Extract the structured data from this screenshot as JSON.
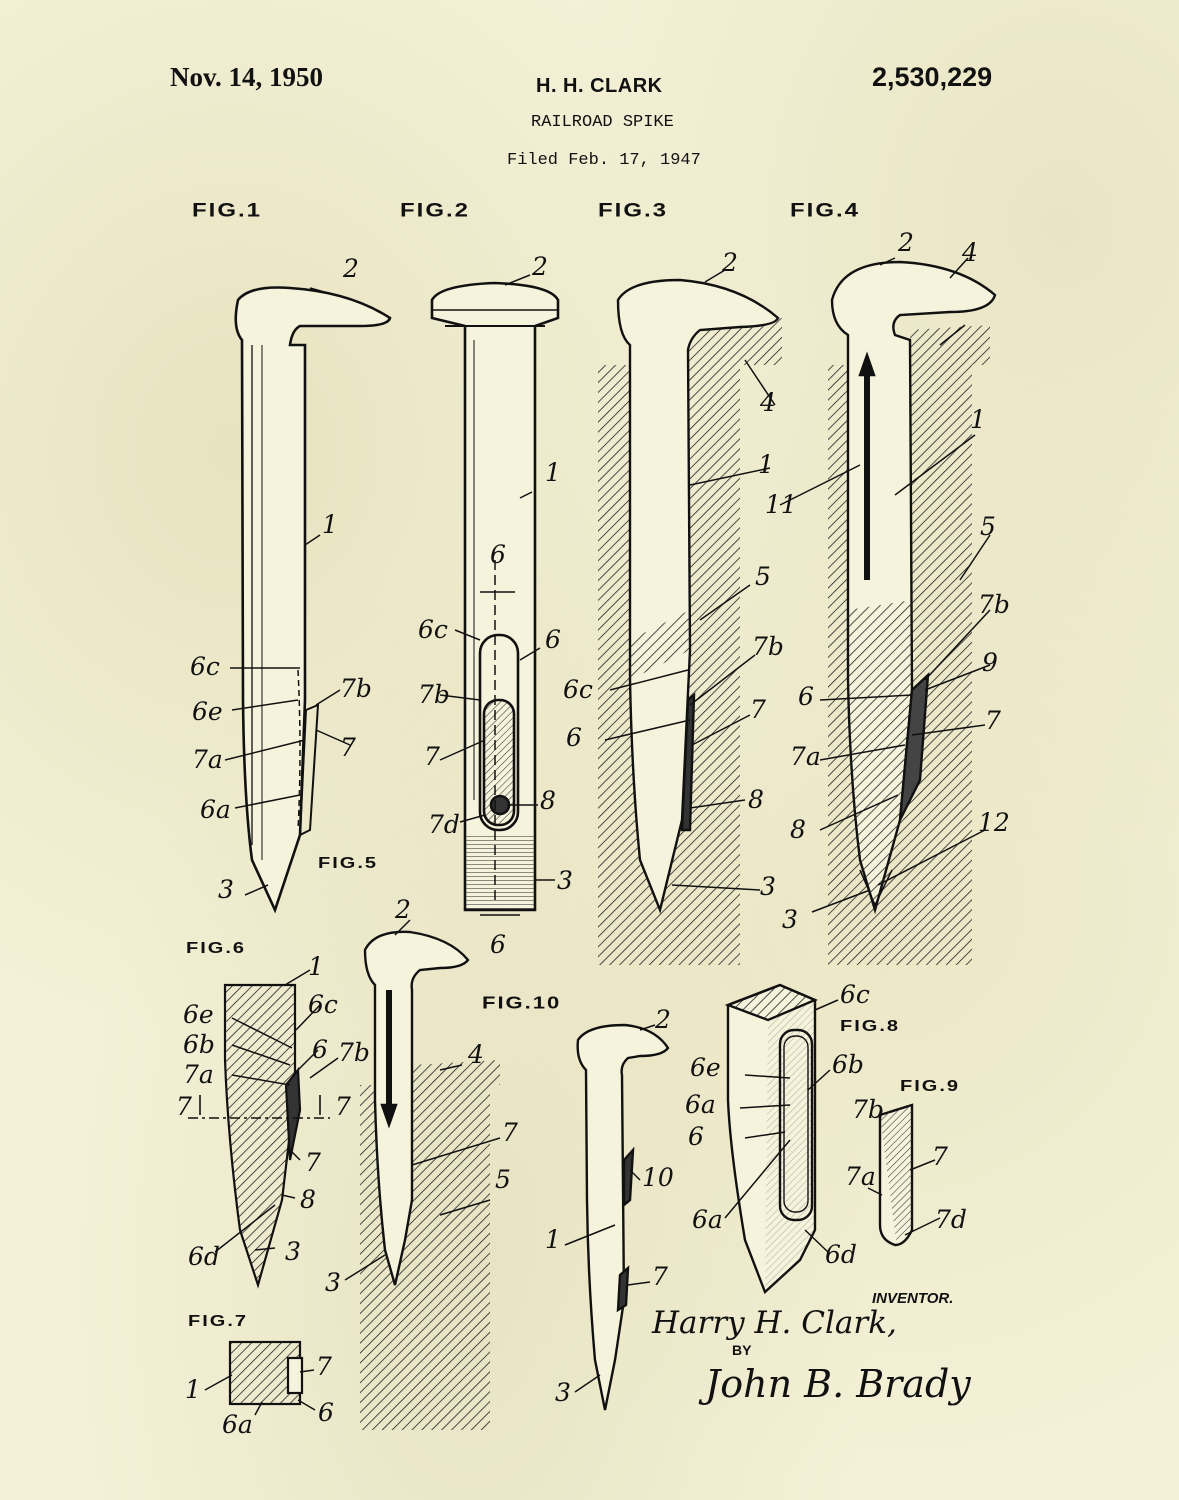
{
  "header": {
    "date": "Nov. 14, 1950",
    "inventor": "H. H. CLARK",
    "patent_number": "2,530,229",
    "title": "RAILROAD SPIKE",
    "filed": "Filed Feb. 17, 1947"
  },
  "figure_labels": [
    "FIG.1",
    "FIG.2",
    "FIG.3",
    "FIG.4",
    "FIG.5",
    "FIG.6",
    "FIG.7",
    "FIG.8",
    "FIG.9",
    "FIG.10"
  ],
  "ref_numerals": {
    "fig1": [
      "2",
      "1",
      "6c",
      "6e",
      "7a",
      "6a",
      "7b",
      "7",
      "3"
    ],
    "fig2": [
      "2",
      "1",
      "6",
      "6c",
      "6",
      "7b",
      "7",
      "7d",
      "8",
      "3",
      "6"
    ],
    "fig3": [
      "2",
      "4",
      "1",
      "5",
      "7b",
      "6c",
      "7",
      "6",
      "8",
      "3"
    ],
    "fig4": [
      "2",
      "4",
      "1",
      "11",
      "5",
      "7b",
      "9",
      "6",
      "7",
      "7a",
      "8",
      "12",
      "3"
    ],
    "fig6": [
      "1",
      "6e",
      "6c",
      "6b",
      "6",
      "7b",
      "7a",
      "7",
      "7",
      "7",
      "8",
      "6d",
      "3"
    ],
    "fig5": [
      "2",
      "4",
      "7",
      "5",
      "3"
    ],
    "fig10": [
      "2",
      "10",
      "1",
      "7",
      "3"
    ],
    "fig7": [
      "7",
      "1",
      "6",
      "6a"
    ],
    "fig8": [
      "6c",
      "6e",
      "6b",
      "6a",
      "6",
      "6a",
      "6d"
    ],
    "fig9": [
      "7b",
      "7",
      "7a",
      "7d"
    ]
  },
  "signature": {
    "inventor_tag": "INVENTOR.",
    "inventor_signature": "Harry H. Clark,",
    "by": "BY",
    "attorney_signature": "John B. Brady"
  }
}
